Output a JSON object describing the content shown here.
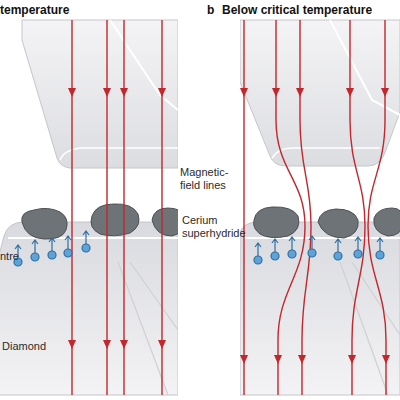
{
  "diagram": {
    "labels": [
      "temperature",
      "b",
      "Below critical temperature",
      "Magnetic-field lines",
      "Cerium superhydride",
      "ntre",
      "Diamond"
    ]
  }
}
